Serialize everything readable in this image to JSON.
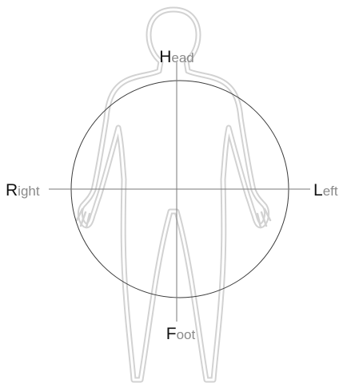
{
  "labels": {
    "head": {
      "initial": "H",
      "rest": "ead"
    },
    "foot": {
      "initial": "F",
      "rest": "oot"
    },
    "right": {
      "initial": "R",
      "rest": "ight"
    },
    "left": {
      "initial": "L",
      "rest": "eft"
    }
  },
  "colors": {
    "body_outline": "#d2d2d2",
    "axes": "#7a7a7a",
    "circle": "#3a3a3a",
    "label_initial": "#111111",
    "label_rest": "#8a8a8a"
  }
}
